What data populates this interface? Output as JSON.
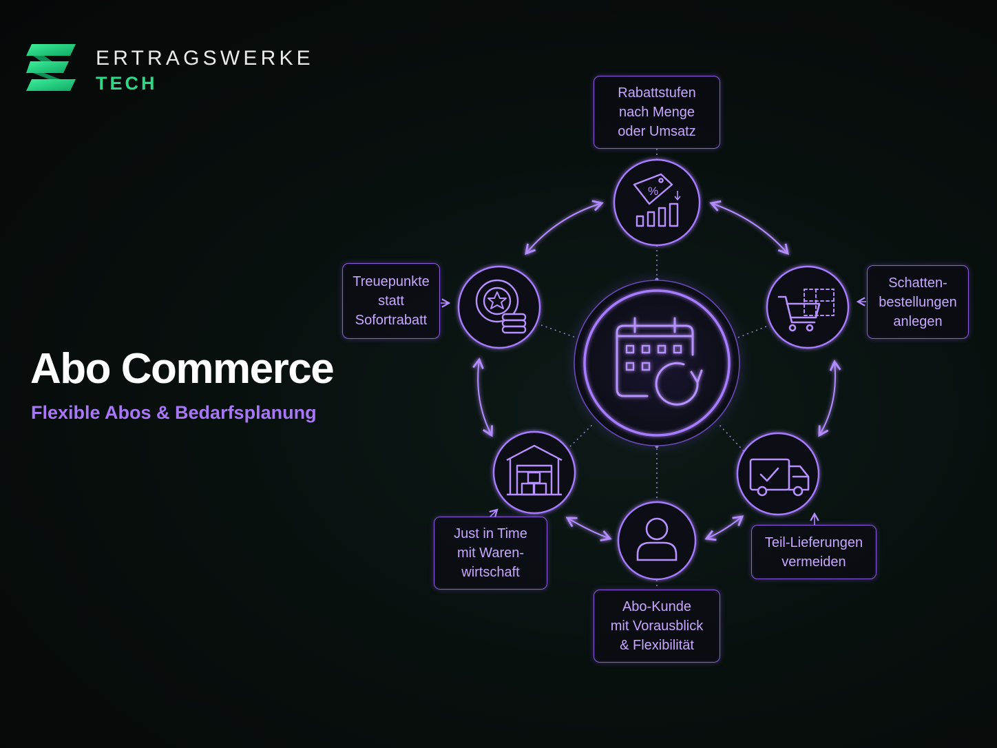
{
  "brand": {
    "name": "ERTRAGSWERKE",
    "sub": "TECH"
  },
  "heading": {
    "title": "Abo Commerce",
    "subtitle": "Flexible Abos & Bedarfsplanung"
  },
  "colors": {
    "background": "#050807",
    "accent_green": "#2fd889",
    "accent_purple": "#a877f7",
    "line_purple": "#9a6cf0"
  },
  "diagram": {
    "center_icon": "calendar-refresh-icon",
    "nodes": [
      {
        "id": "discount",
        "icon": "discount-tag-chart-icon",
        "label": "Rabattstufen\nnach Menge\noder Umsatz"
      },
      {
        "id": "shadow",
        "icon": "shopping-cart-icon",
        "label": "Schatten-\nbestellungen\nanlegen"
      },
      {
        "id": "delivery",
        "icon": "delivery-truck-icon",
        "label": "Teil-Lieferungen\nvermeiden"
      },
      {
        "id": "customer",
        "icon": "user-icon",
        "label": "Abo-Kunde\nmit Vorausblick\n& Flexibilität"
      },
      {
        "id": "warehouse",
        "icon": "warehouse-icon",
        "label": "Just in Time\nmit Waren-\nwirtschaft"
      },
      {
        "id": "loyalty",
        "icon": "loyalty-coin-icon",
        "label": "Treuepunkte\nstatt\nSofortrabatt"
      }
    ]
  }
}
